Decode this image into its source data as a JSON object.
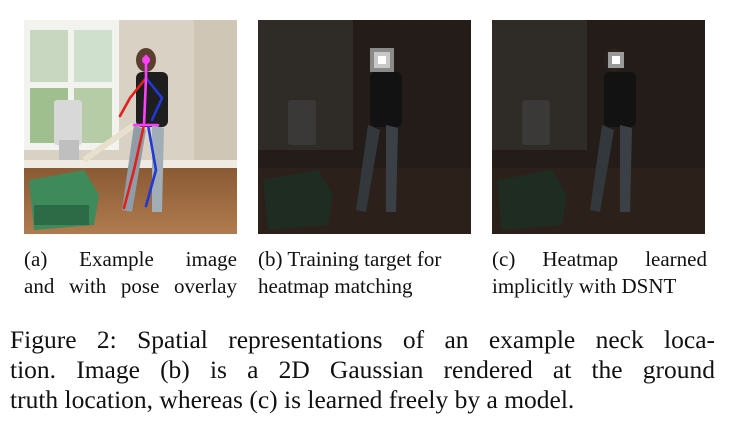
{
  "panels": {
    "a": {
      "caption_lines": [
        "(a) Example image",
        "and with pose overlay"
      ]
    },
    "b": {
      "caption_lines": [
        "(b) Training target for",
        "heatmap matching"
      ]
    },
    "c": {
      "caption_lines": [
        "(c) Heatmap learned",
        "implicitly with DSNT"
      ]
    }
  },
  "figure_caption_lines": [
    "Figure 2: Spatial representations of an example neck loca-",
    "tion. Image (b) is a 2D Gaussian rendered at the ground",
    "truth location, whereas (c) is learned freely by a model."
  ],
  "colors": {
    "pose_left_limbs": "#e0201a",
    "pose_right_limbs": "#2038d8",
    "pose_head": "#ff40ff"
  }
}
